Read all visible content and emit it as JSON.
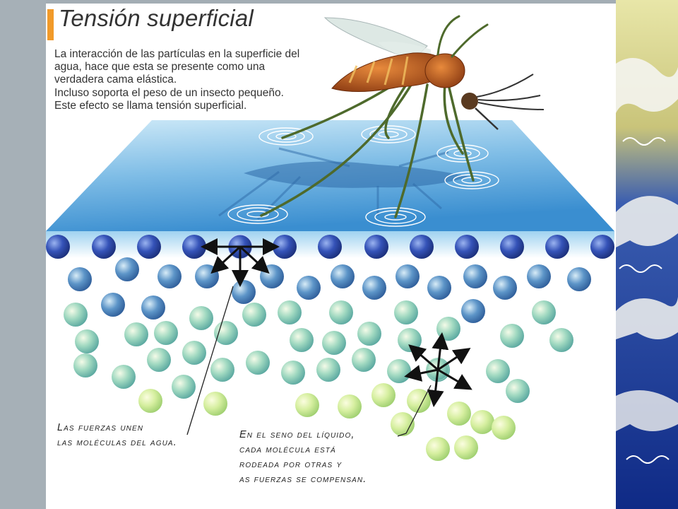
{
  "title": "Tensión superficial",
  "intro_lines": [
    "La interacción de las partículas en la superficie del",
    "agua, hace que esta se presente como una",
    "verdadera cama elástica.",
    "Incluso soporta el peso de un insecto pequeño.",
    "Este efecto se llama tensión superficial."
  ],
  "caption_left_lines": [
    "Las fuerzas unen",
    "las moléculas del agua."
  ],
  "caption_right_lines": [
    "En el seno del líquido,",
    "cada molécula está",
    "rodeada por otras y",
    "as fuerzas se compensan."
  ],
  "colors": {
    "accent": "#f19a2a",
    "surface_molecule": "#2f4fb0",
    "water_top": "#bfe4f7",
    "water_bottom": "#3a8ed0",
    "deep_molecule": "#c8ecb0",
    "mosquito_body": "#b8531c"
  },
  "icons": [
    "mosquito-illustration",
    "force-arrow-icon",
    "ripple-icon",
    "wave-pattern"
  ]
}
